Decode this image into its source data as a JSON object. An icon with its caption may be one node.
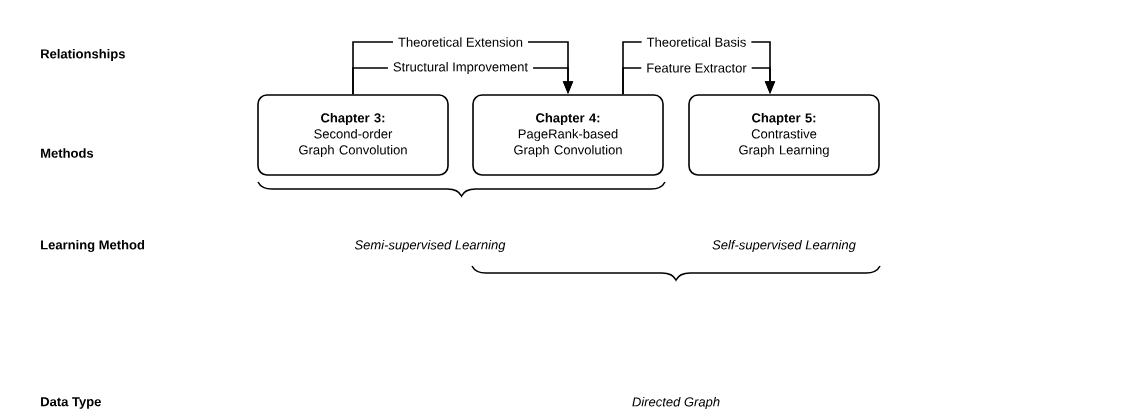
{
  "diagram": {
    "nodes": [
      {
        "text": [
          "Chapter 3:",
          "Second-order Graph Convolution"
        ]
      },
      {
        "text": [
          "Chapter 4:",
          "PageRank-based Graph Convolution"
        ]
      },
      {
        "text": [
          "Chapter 5:",
          "Contrastive Graph Learning"
        ]
      }
    ],
    "edges": [
      {
        "from": 0,
        "to": 1,
        "arrow": "to",
        "label": "Theoretical Extension"
      },
      {
        "from": 0,
        "to": 1,
        "arrow": "to",
        "label": "Structural Improvement"
      },
      {
        "from": 1,
        "to": 2,
        "arrow": "to",
        "label": "Theoretical Basis"
      },
      {
        "from": 1,
        "to": 2,
        "arrow": "to",
        "label": "Feature Extractor"
      }
    ],
    "labels": [
      "Relationships",
      "Methods",
      "Learning Method",
      "Semi-supervised Learning",
      "Self-supervised Learning",
      "Data Type",
      "Directed Graph"
    ]
  }
}
